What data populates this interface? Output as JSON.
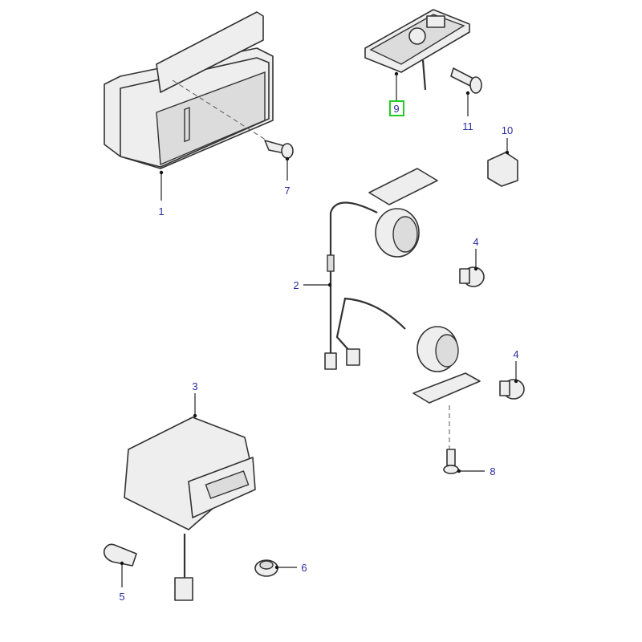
{
  "diagram": {
    "callouts": {
      "c1": "1",
      "c2": "2",
      "c3": "3",
      "c4a": "4",
      "c4b": "4",
      "c5": "5",
      "c6": "6",
      "c7": "7",
      "c8": "8",
      "c9": "9",
      "c10": "10",
      "c11": "11"
    },
    "highlighted_callout": "9",
    "highlight_color": "#22cc22",
    "callout_color": "#2b2b9e"
  }
}
